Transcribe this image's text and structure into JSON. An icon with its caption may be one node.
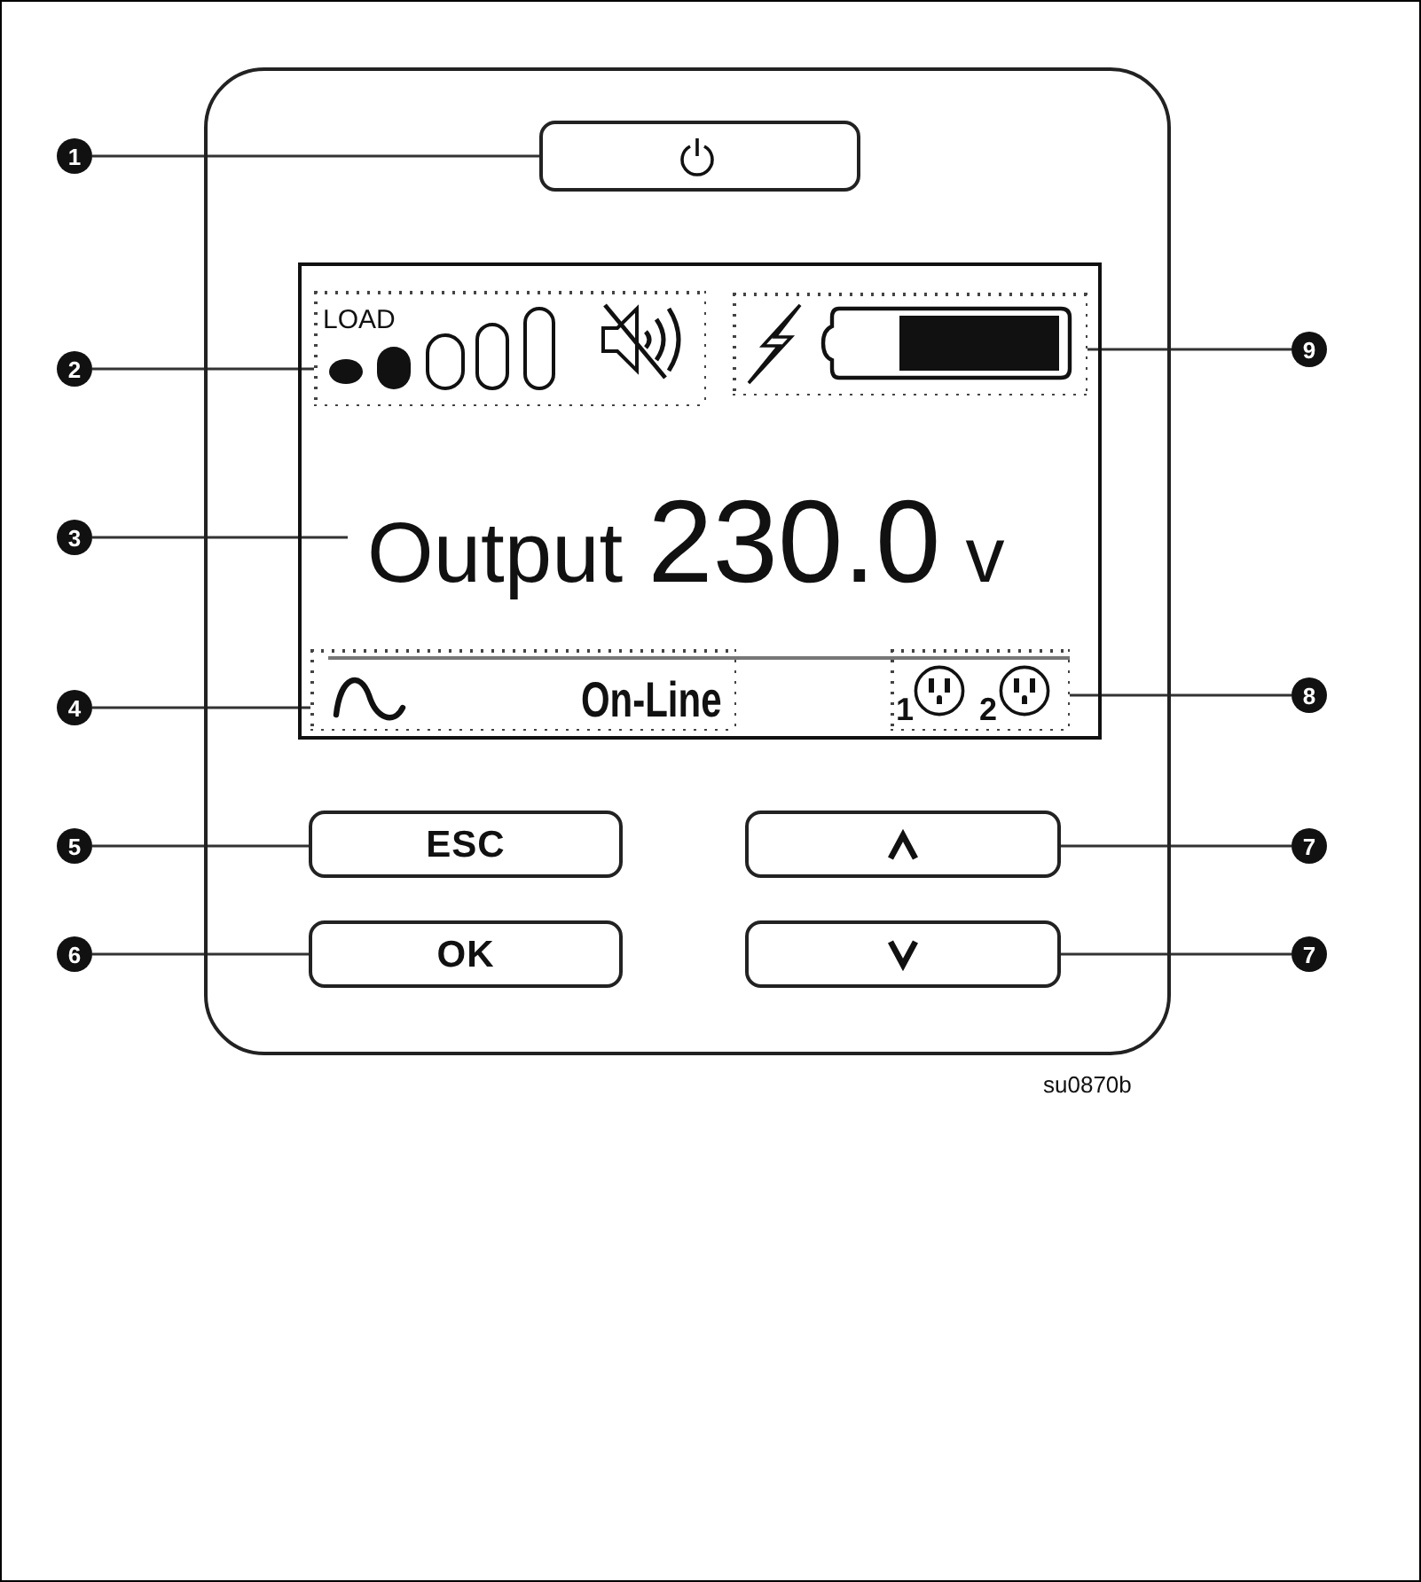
{
  "diagram": {
    "nodes": [
      {
        "text": [],
        "shape": "box"
      },
      {
        "text": [
          "1"
        ]
      },
      {
        "text": [],
        "shape": "box",
        "in": 0
      },
      {
        "text": [],
        "shape": "box",
        "in": 0
      },
      {
        "text": [
          "2"
        ]
      },
      {
        "text": [
          "LOAD"
        ],
        "in": 3
      },
      {
        "text": [],
        "shape": "box",
        "in": 3
      },
      {
        "text": [
          "9"
        ]
      },
      {
        "text": [
          "3"
        ]
      },
      {
        "text": [
          "Output",
          "230.0",
          "v"
        ],
        "in": 3
      },
      {
        "text": [
          "4"
        ]
      },
      {
        "text": [
          "On-Line"
        ],
        "in": 3
      },
      {
        "text": [
          "1",
          "2"
        ],
        "in": 3
      },
      {
        "text": [
          "8"
        ]
      },
      {
        "text": [
          "5"
        ]
      },
      {
        "text": [
          "ESC"
        ],
        "in": 0
      },
      {
        "text": [],
        "shape": "box",
        "in": 0
      },
      {
        "text": [
          "7"
        ]
      },
      {
        "text": [
          "6"
        ]
      },
      {
        "text": [
          "OK"
        ],
        "in": 0
      },
      {
        "text": [],
        "shape": "box",
        "in": 0
      },
      {
        "text": [
          "7"
        ]
      }
    ],
    "edges": [
      {
        "from": 1,
        "to": 2,
        "arrow": "none"
      },
      {
        "from": 4,
        "to": 5,
        "arrow": "none"
      },
      {
        "from": 7,
        "to": 6,
        "arrow": "none"
      },
      {
        "from": 8,
        "to": 9,
        "arrow": "none"
      },
      {
        "from": 10,
        "to": 11,
        "arrow": "none"
      },
      {
        "from": 13,
        "to": 12,
        "arrow": "none"
      },
      {
        "from": 14,
        "to": 15,
        "arrow": "none"
      },
      {
        "from": 17,
        "to": 16,
        "arrow": "none"
      },
      {
        "from": 18,
        "to": 19,
        "arrow": "none"
      },
      {
        "from": 21,
        "to": 20,
        "arrow": "none"
      }
    ],
    "labels": [
      "su0870b"
    ]
  }
}
